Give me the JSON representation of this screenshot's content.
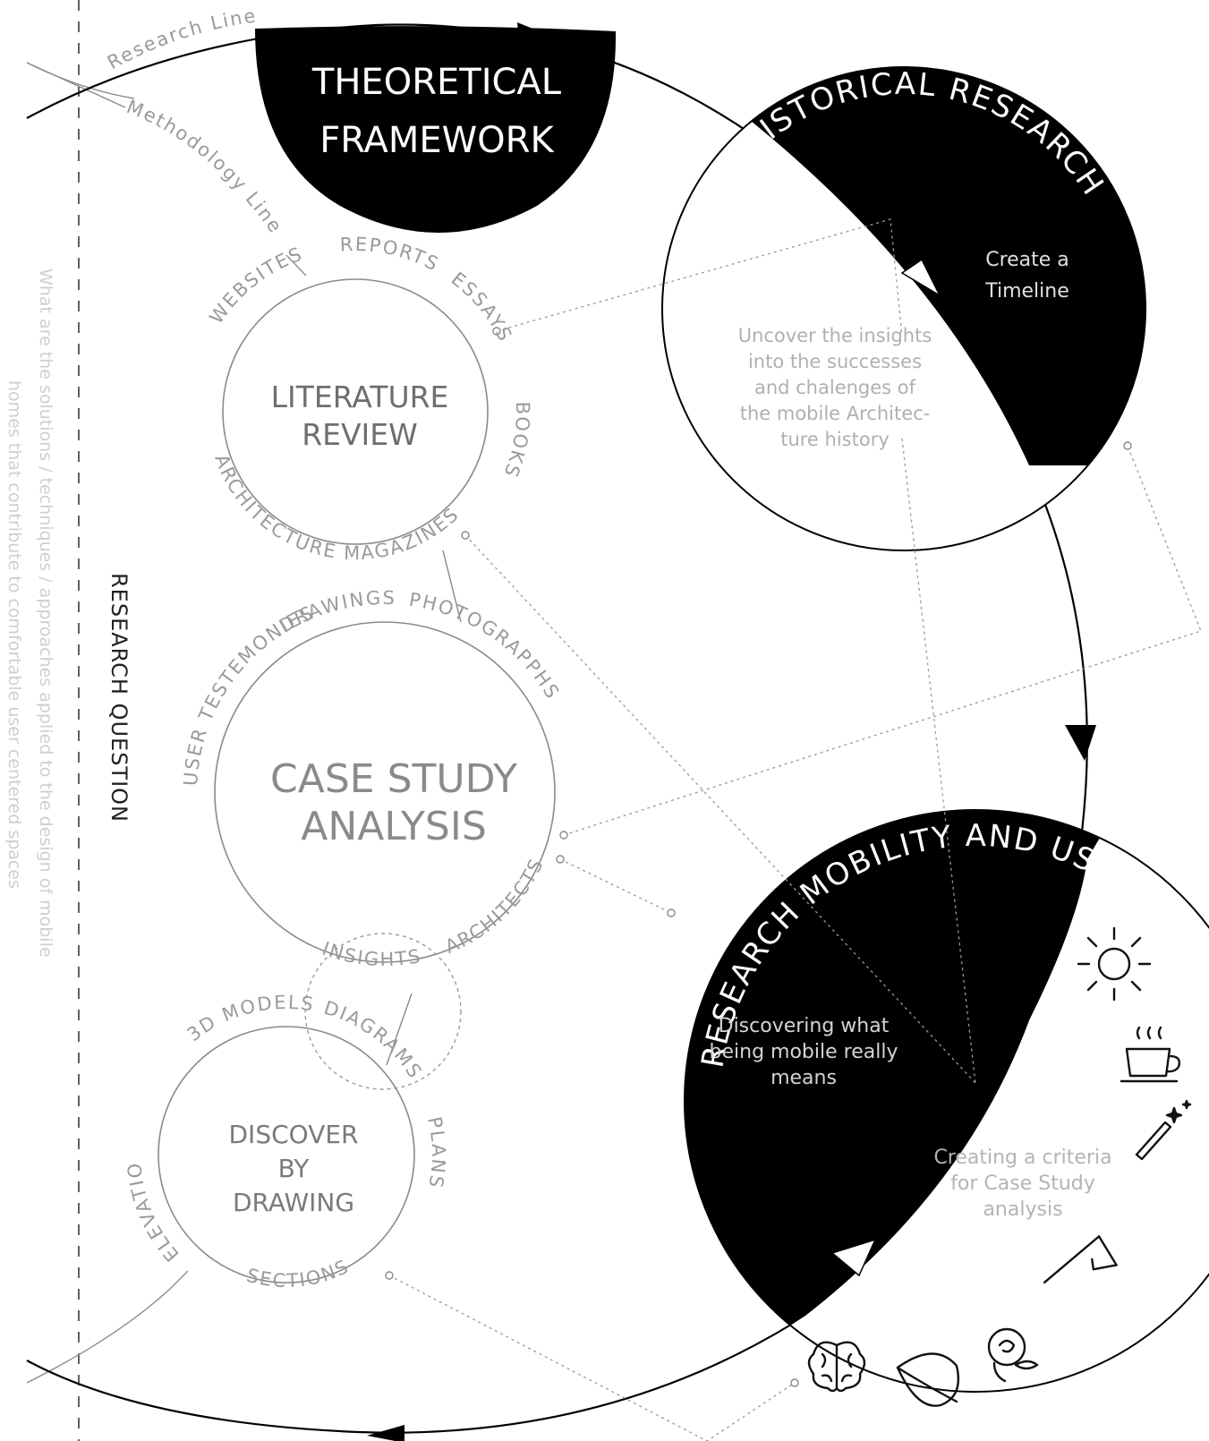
{
  "lines": {
    "research_line": "Research Line",
    "methodology_line": "Methodology Line"
  },
  "research_question": {
    "title": "RESEARCH QUESTION",
    "text_line1": "What are the solutions / techniques / approaches applied to the design of mobile",
    "text_line2": "homes that contribute to comfortable user centered spaces"
  },
  "theoretical_framework": {
    "line1": "THEORETICAL",
    "line2": "FRAMEWORK"
  },
  "historical_research": {
    "title": "HISTORICAL RESEARCH",
    "task_line1": "Create a",
    "task_line2": "Timeline",
    "goal_lines": [
      "Uncover the insights",
      "into the successes",
      "and chalenges of",
      "the mobile Architec-",
      "ture history"
    ]
  },
  "literature_review": {
    "line1": "LITERATURE",
    "line2": "REVIEW",
    "sources": [
      "WEBSITES",
      "REPORTS",
      "ESSAYS",
      "BOOKS",
      "ARCHITECTURE MAGAZINES"
    ]
  },
  "case_study": {
    "line1": "CASE STUDY",
    "line2": "ANALYSIS",
    "sources": [
      "DRAWINGS",
      "PHOTOGRAPPHS",
      "ARCHITECTS",
      "INSIGHTS",
      "USER TESTEMONIES"
    ]
  },
  "discover_by_drawing": {
    "line1": "DISCOVER",
    "line2": "BY",
    "line3": "DRAWING",
    "sources": [
      "3D MODELS",
      "DIAGRAMS",
      "PLANS",
      "SECTIONS",
      "ELEVATIONS"
    ]
  },
  "research_mobility": {
    "title": "RESEARCH MOBILITY AND USER CENTERED DESIGN",
    "goal_lines": [
      "Discovering what",
      "being mobile really",
      "means"
    ],
    "criteria_lines": [
      "Creating a criteria",
      "for Case Study",
      "analysis"
    ],
    "icons": [
      "sun-icon",
      "coffee-cup-icon",
      "magic-wand-icon",
      "flag-icon",
      "rose-icon",
      "leaf-icon",
      "brain-icon"
    ]
  },
  "colors": {
    "ink": "#000000",
    "text_gray": "#8a8a8a",
    "guide_gray": "#9a9a9a"
  }
}
